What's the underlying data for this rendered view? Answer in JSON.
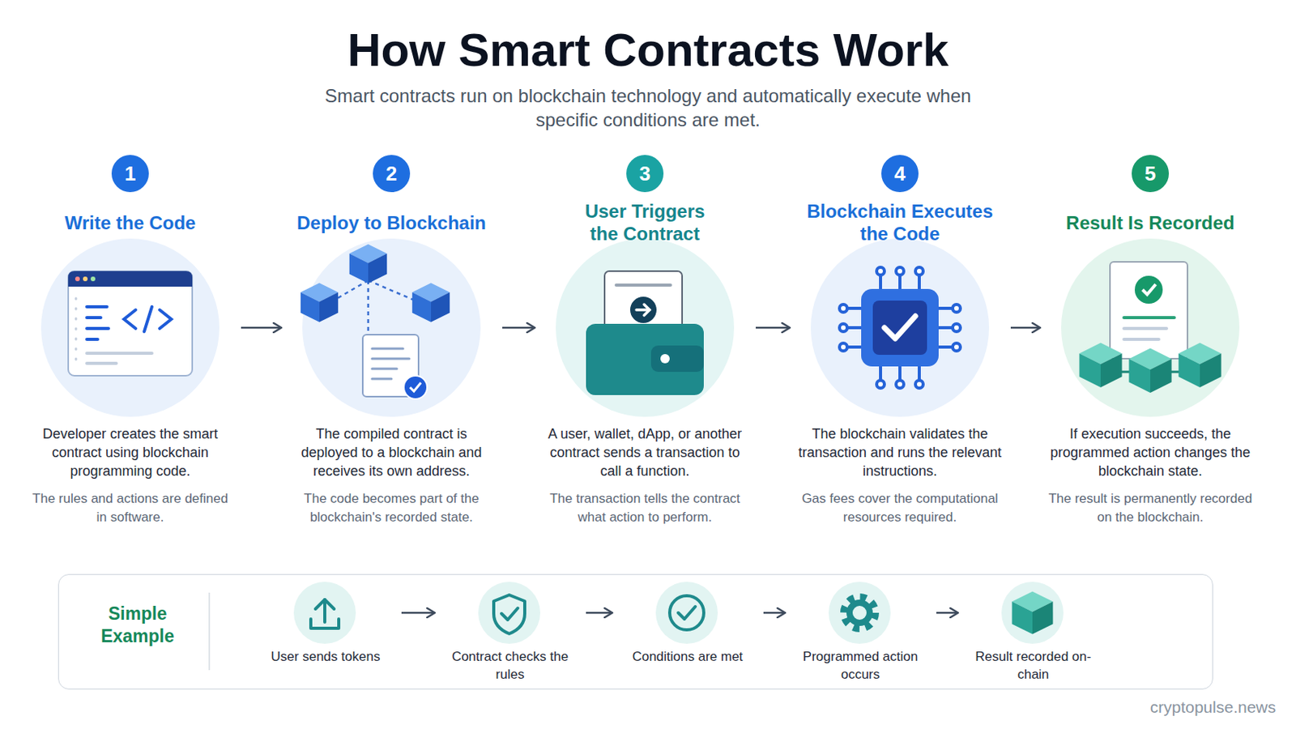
{
  "diagram": {
    "title": "How Smart Contracts Work",
    "nodes": [
      {
        "text": [
          "Write the Code",
          "Developer creates the smart contract using blockchain programming code.",
          "The rules and actions are defined in software."
        ]
      },
      {
        "text": [
          "1"
        ],
        "in": 0
      },
      {
        "text": [
          "Deploy to Blockchain",
          "The compiled contract is deployed to a blockchain and receives its own address.",
          "The code becomes part of the blockchain's recorded state."
        ]
      },
      {
        "text": [
          "2"
        ],
        "in": 2
      },
      {
        "text": [
          "User Triggers the Contract",
          "A user, wallet, dApp, or another contract sends a transaction to call a function.",
          "The transaction tells the contract what action to perform."
        ]
      },
      {
        "text": [
          "3"
        ],
        "in": 4
      },
      {
        "text": [
          "Blockchain Executes the Code",
          "The blockchain validates the transaction and runs the relevant instructions.",
          "Gas fees cover the computational resources required."
        ]
      },
      {
        "text": [
          "4"
        ],
        "in": 6
      },
      {
        "text": [
          "Result Is Recorded",
          "If execution succeeds, the programmed action changes the blockchain state.",
          "The result is permanently recorded on the blockchain."
        ]
      },
      {
        "text": [
          "5"
        ],
        "in": 8
      },
      {
        "text": [
          "Simple Example"
        ]
      },
      {
        "text": [
          "User sends tokens"
        ],
        "in": 10
      },
      {
        "text": [
          "Contract checks the rules"
        ],
        "in": 10
      },
      {
        "text": [
          "Conditions are met"
        ],
        "in": 10
      },
      {
        "text": [
          "Programmed action occurs"
        ],
        "in": 10
      },
      {
        "text": [
          "Result recorded on-chain"
        ],
        "in": 10
      }
    ],
    "edges": [
      {
        "from": 0,
        "to": 2,
        "arrow": "to"
      },
      {
        "from": 2,
        "to": 4,
        "arrow": "to"
      },
      {
        "from": 4,
        "to": 6,
        "arrow": "to"
      },
      {
        "from": 6,
        "to": 8,
        "arrow": "to"
      },
      {
        "from": 11,
        "to": 12,
        "arrow": "to"
      },
      {
        "from": 12,
        "to": 13,
        "arrow": "to"
      },
      {
        "from": 13,
        "to": 14,
        "arrow": "to"
      },
      {
        "from": 14,
        "to": 15,
        "arrow": "to"
      }
    ],
    "labels": [
      "Smart contracts run on blockchain technology and automatically execute when specific conditions are met.",
      "cryptopulse.news"
    ]
  }
}
